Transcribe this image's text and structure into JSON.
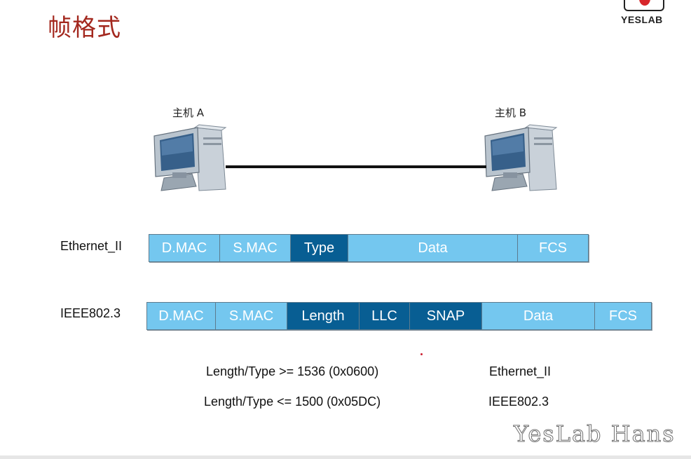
{
  "title": "帧格式",
  "logo": {
    "text": "YESLAB",
    "accent": "#d7262b"
  },
  "hosts": {
    "a": "主机 A",
    "b": "主机 B"
  },
  "colors": {
    "title": "#a3281e",
    "field_light": "#74c7ef",
    "field_dark": "#085e93"
  },
  "frames": {
    "ethernet_ii": {
      "label": "Ethernet_II",
      "fields": [
        {
          "label": "D.MAC",
          "style": "light"
        },
        {
          "label": "S.MAC",
          "style": "light"
        },
        {
          "label": "Type",
          "style": "dark"
        },
        {
          "label": "Data",
          "style": "light"
        },
        {
          "label": "FCS",
          "style": "light"
        }
      ]
    },
    "ieee8023": {
      "label": "IEEE802.3",
      "fields": [
        {
          "label": "D.MAC",
          "style": "light"
        },
        {
          "label": "S.MAC",
          "style": "light"
        },
        {
          "label": "Length",
          "style": "dark"
        },
        {
          "label": "LLC",
          "style": "dark"
        },
        {
          "label": "SNAP",
          "style": "dark"
        },
        {
          "label": "Data",
          "style": "light"
        },
        {
          "label": "FCS",
          "style": "light"
        }
      ]
    }
  },
  "rules": [
    {
      "condition": "Length/Type >= 1536 (0x0600)",
      "result": "Ethernet_II"
    },
    {
      "condition": "Length/Type <= 1500 (0x05DC)",
      "result": "IEEE802.3"
    }
  ],
  "watermark": "YesLab Hans"
}
